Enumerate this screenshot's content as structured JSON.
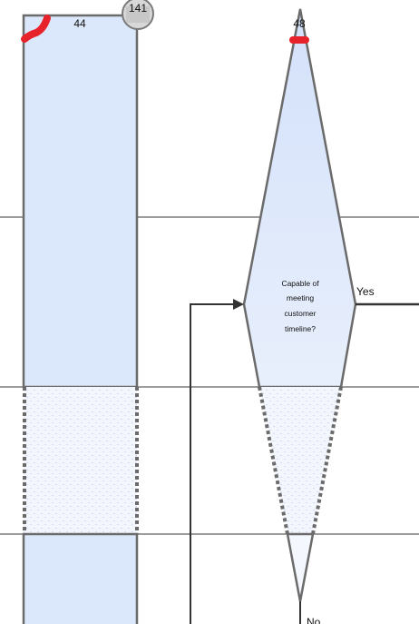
{
  "canvas": {
    "background": "#ffffff",
    "lane_line_color": "#3a3a3a",
    "shape_stroke": "#6b6b6b",
    "shape_fill": "#dbe7fb",
    "ghost_fill": "#f1f5fd",
    "marker_color": "#e8222a",
    "connector_color": "#333333"
  },
  "process_box": {
    "id_label": "44",
    "top_badge_label": "141"
  },
  "decision": {
    "id_label": "48",
    "question_lines": [
      "Capable of",
      "meeting",
      "customer",
      "timeline?"
    ],
    "yes_label": "Yes",
    "no_label": "No"
  }
}
